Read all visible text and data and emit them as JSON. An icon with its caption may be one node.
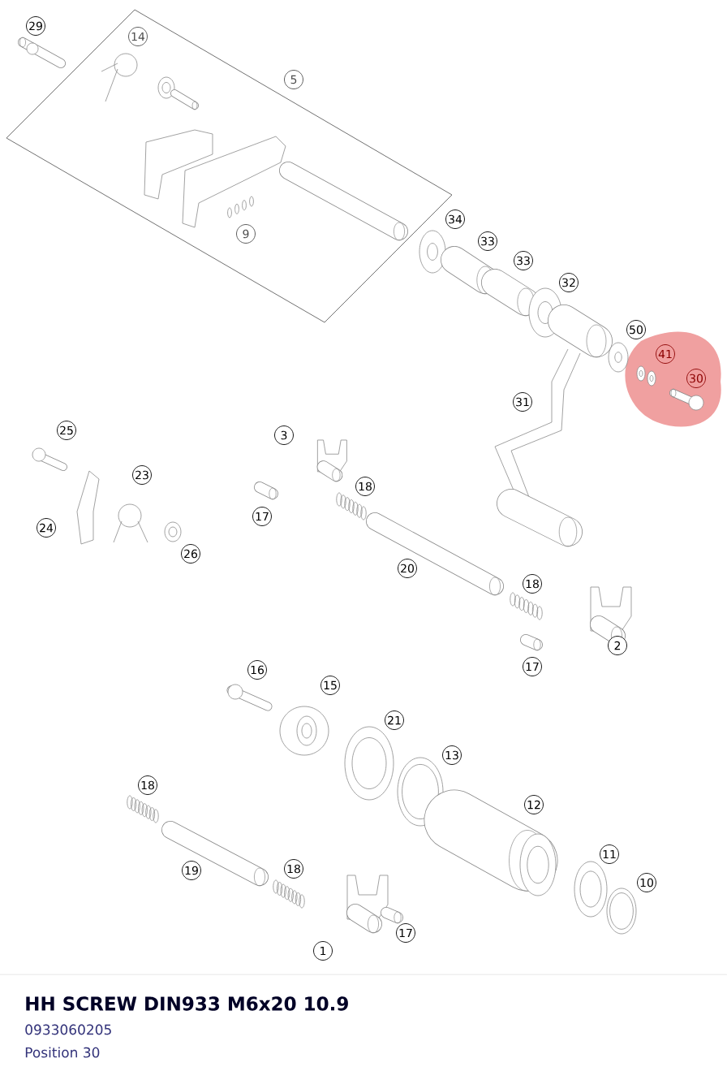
{
  "diagram": {
    "title": "HH SCREW DIN933 M6x20 10.9",
    "nodes": [
      {
        "text": [],
        "shape": "box"
      },
      {
        "text": [
          "29"
        ]
      },
      {
        "text": [
          "14"
        ],
        "in": 0
      },
      {
        "text": [
          "5"
        ],
        "in": 0
      },
      {
        "text": [
          "9"
        ],
        "in": 0
      },
      {
        "text": [
          "34"
        ]
      },
      {
        "text": [
          "33"
        ]
      },
      {
        "text": [
          "33"
        ]
      },
      {
        "text": [
          "32"
        ]
      },
      {
        "text": [
          "50"
        ]
      },
      {
        "text": [
          "41"
        ]
      },
      {
        "text": [
          "30"
        ]
      },
      {
        "text": [
          "31"
        ]
      },
      {
        "text": [
          "25"
        ]
      },
      {
        "text": [
          "3"
        ]
      },
      {
        "text": [
          "23"
        ]
      },
      {
        "text": [
          "18"
        ]
      },
      {
        "text": [
          "17"
        ]
      },
      {
        "text": [
          "24"
        ]
      },
      {
        "text": [
          "26"
        ]
      },
      {
        "text": [
          "20"
        ]
      },
      {
        "text": [
          "18"
        ]
      },
      {
        "text": [
          "2"
        ]
      },
      {
        "text": [
          "17"
        ]
      },
      {
        "text": [
          "16"
        ]
      },
      {
        "text": [
          "15"
        ]
      },
      {
        "text": [
          "21"
        ]
      },
      {
        "text": [
          "13"
        ]
      },
      {
        "text": [
          "18"
        ]
      },
      {
        "text": [
          "12"
        ]
      },
      {
        "text": [
          "11"
        ]
      },
      {
        "text": [
          "19"
        ]
      },
      {
        "text": [
          "18"
        ]
      },
      {
        "text": [
          "10"
        ]
      },
      {
        "text": [
          "17"
        ]
      },
      {
        "text": [
          "1"
        ]
      }
    ],
    "labels": [
      "0933060205",
      "Position 30"
    ]
  }
}
